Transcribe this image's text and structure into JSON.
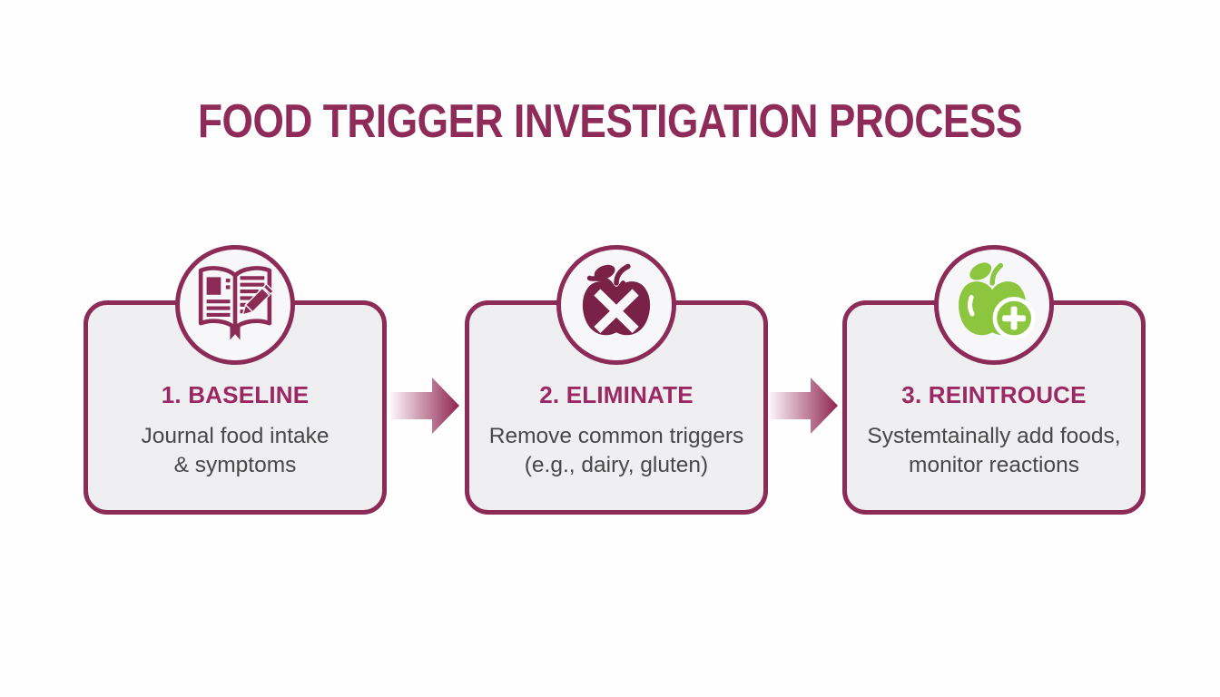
{
  "title": "FOOD TRIGGER INVESTIGATION PROCESS",
  "colors": {
    "accent_maroon": "#8e2b58",
    "card_border": "#8b2b56",
    "card_background": "#efeef0",
    "step_label": "#9b2763",
    "body_text": "#484848",
    "apple_maroon": "#7a2148",
    "apple_green": "#8cc63f",
    "arrow_dark": "#8e2450",
    "page_background": "#fefefe"
  },
  "steps": [
    {
      "label": "1. BASELINE",
      "desc_line1": "Journal food intake",
      "desc_line2": "& symptoms",
      "icon": "journal-pencil-icon"
    },
    {
      "label": "2. ELIMINATE",
      "desc_line1": "Remove common triggers",
      "desc_line2": "(e.g., dairy, gluten)",
      "icon": "apple-crossed-icon"
    },
    {
      "label": "3. REINTROUCE",
      "desc_line1": "Systemtainally add foods,",
      "desc_line2": "monitor reactions",
      "icon": "apple-plus-icon"
    }
  ]
}
